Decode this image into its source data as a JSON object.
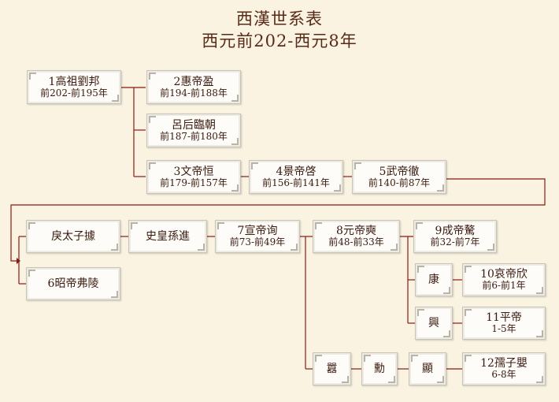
{
  "title": "西漢世系表",
  "subtitle": "西元前202-西元8年",
  "colors": {
    "background": "#faf3e2",
    "line": "#8a1a10",
    "text": "#3a1a10"
  },
  "nodes": {
    "liubang": {
      "name": "1高祖劉邦",
      "years": "前202-前195年"
    },
    "huidi": {
      "name": "2惠帝盈",
      "years": "前194-前188年"
    },
    "lvhou": {
      "name": "呂后臨朝",
      "years": "前187-前180年"
    },
    "wendi": {
      "name": "3文帝恒",
      "years": "前179-前157年"
    },
    "jingdi": {
      "name": "4景帝啓",
      "years": "前156-前141年"
    },
    "wudi": {
      "name": "5武帝徹",
      "years": "前140-前87年"
    },
    "litaizi": {
      "name": "戾太子據"
    },
    "shihuangsun": {
      "name": "史皇孫進"
    },
    "xuandi": {
      "name": "7宣帝询",
      "years": "前73-前49年"
    },
    "yuandi": {
      "name": "8元帝奭",
      "years": "前48-前33年"
    },
    "chengdi": {
      "name": "9成帝驁",
      "years": "前32-前7年"
    },
    "zhaodi": {
      "name": "6昭帝弗陵"
    },
    "kang": {
      "name": "康"
    },
    "aidi": {
      "name": "10哀帝欣",
      "years": "前6-前1年"
    },
    "xing": {
      "name": "興"
    },
    "pingdi": {
      "name": "11平帝",
      "years": "1-5年"
    },
    "xiao": {
      "name": "囂"
    },
    "xun": {
      "name": "勳"
    },
    "xian": {
      "name": "顯"
    },
    "ruzi": {
      "name": "12孺子嬰",
      "years": "6-8年"
    }
  }
}
